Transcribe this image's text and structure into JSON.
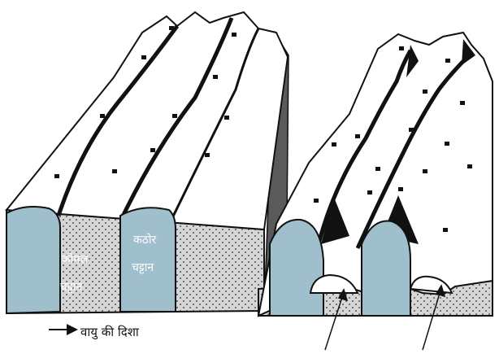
{
  "labels": {
    "soft_rock_line1": "कोमल",
    "soft_rock_line2": "चट्टान",
    "hard_rock_line1": "कठोर",
    "hard_rock_line2": "चट्टान",
    "legend": "वायु की दिशा"
  },
  "colors": {
    "hard_rock": "#9fbfcc",
    "soft_rock": "#d6d6d6",
    "shadow_side": "#5a5a5a",
    "ink": "#111111",
    "background": "#ffffff"
  },
  "icons": {
    "wind_direction": "right-arrow-icon"
  }
}
